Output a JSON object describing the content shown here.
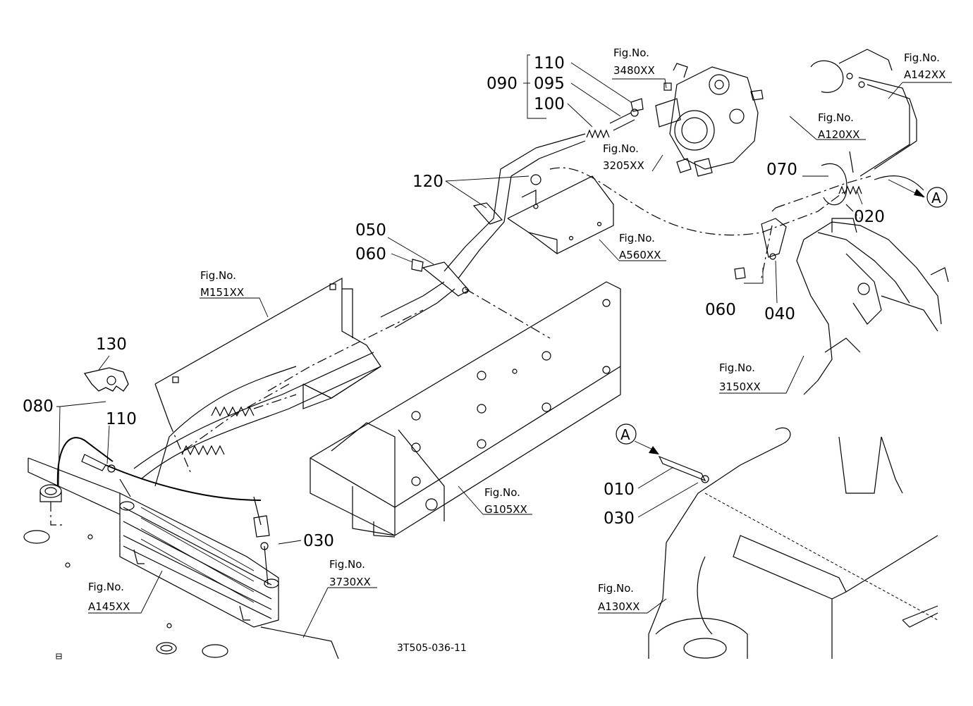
{
  "parts": {
    "p090": "090",
    "p110_top": "110",
    "p095": "095",
    "p100": "100",
    "p120": "120",
    "p050": "050",
    "p060_left": "060",
    "p070": "070",
    "p020": "020",
    "p060_right": "060",
    "p040": "040",
    "p130": "130",
    "p080": "080",
    "p110_left": "110",
    "p030_left": "030",
    "p010": "010",
    "p030_right": "030"
  },
  "refs": {
    "fig_3480": {
      "label": "Fig.No.",
      "code": "3480XX"
    },
    "fig_3205": {
      "label": "Fig.No.",
      "code": "3205XX"
    },
    "fig_a142": {
      "label": "Fig.No.",
      "code": "A142XX"
    },
    "fig_a120": {
      "label": "Fig.No.",
      "code": "A120XX"
    },
    "fig_a560": {
      "label": "Fig.No.",
      "code": "A560XX"
    },
    "fig_m151": {
      "label": "Fig.No.",
      "code": "M151XX"
    },
    "fig_3150": {
      "label": "Fig.No.",
      "code": "3150XX"
    },
    "fig_g105": {
      "label": "Fig.No.",
      "code": "G105XX"
    },
    "fig_a145": {
      "label": "Fig.No.",
      "code": "A145XX"
    },
    "fig_3730": {
      "label": "Fig.No.",
      "code": "3730XX"
    },
    "fig_a130": {
      "label": "Fig.No.",
      "code": "A130XX"
    }
  },
  "markers": {
    "connector_a_right": "A",
    "connector_a_left": "A"
  },
  "drawing_code": "3T505-036-11"
}
